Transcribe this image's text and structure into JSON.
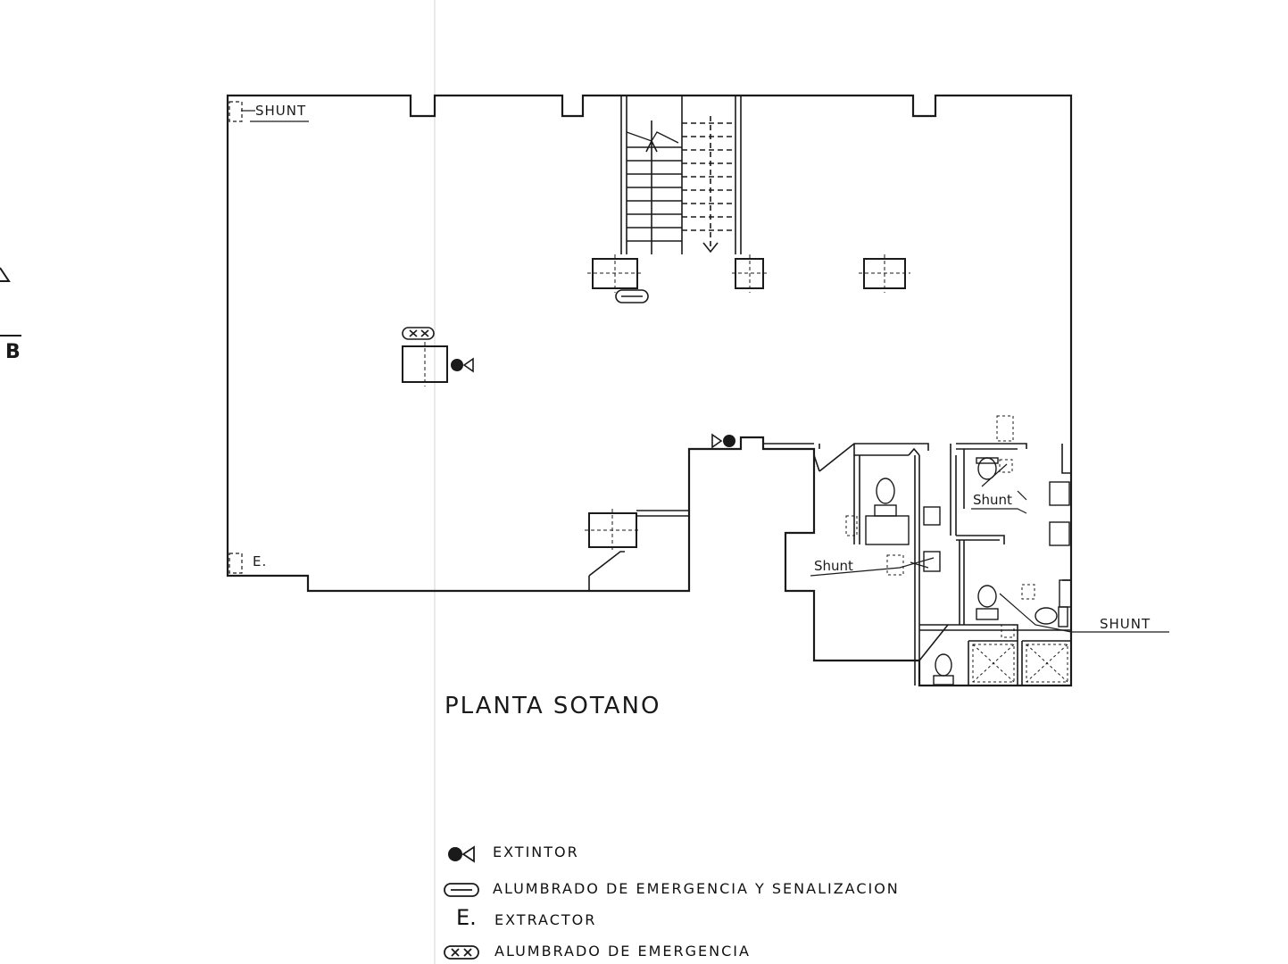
{
  "drawing": {
    "title": "PLANTA SOTANO",
    "labels": {
      "shunt_top": "SHUNT",
      "extractor_mark": "E.",
      "shunt_wc_1": "Shunt",
      "shunt_wc_2": "Shunt",
      "shunt_right": "SHUNT",
      "section_mark": "B"
    }
  },
  "legend": [
    {
      "symbol": "extintor-icon",
      "label": "EXTINTOR"
    },
    {
      "symbol": "emergency-signal-light-icon",
      "label": "ALUMBRADO DE EMERGENCIA Y SENALIZACION"
    },
    {
      "symbol": "E.",
      "label": "EXTRACTOR"
    },
    {
      "symbol": "emergency-light-icon",
      "label": "ALUMBRADO DE EMERGENCIA"
    }
  ]
}
